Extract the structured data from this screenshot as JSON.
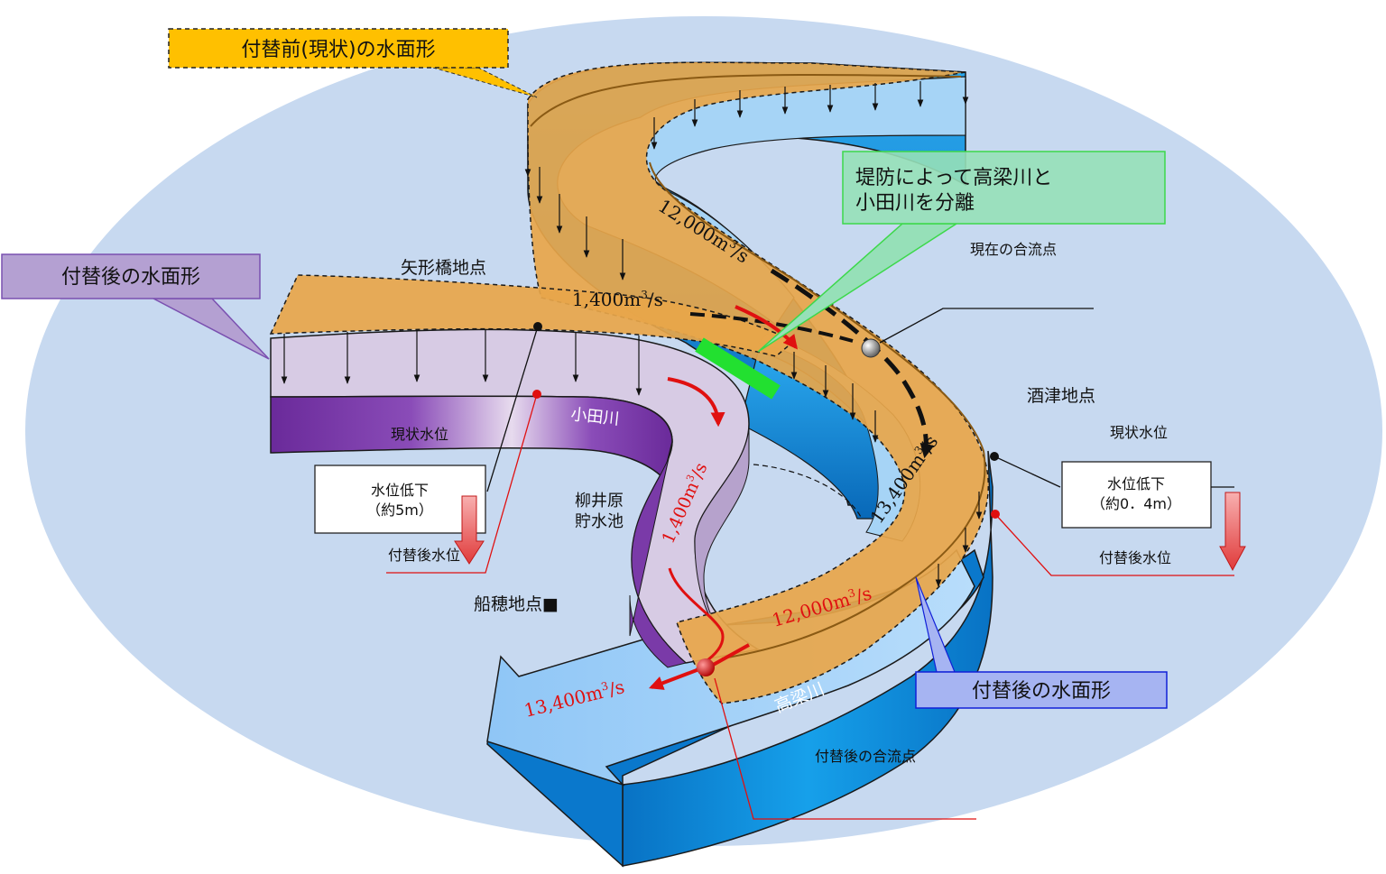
{
  "callouts": {
    "before_surface": "付替前(現状)の水面形",
    "after_surface_left": "付替後の水面形",
    "after_surface_right": "付替後の水面形",
    "levee_line1": "堤防によって高梁川と",
    "levee_line2": "小田川を分離"
  },
  "places": {
    "yakatabashi": "矢形橋地点",
    "sakazu": "酒津地点",
    "funao": "船穂地点■",
    "current_confluence": "現在の合流点",
    "new_confluence": "付替後の合流点",
    "reservoir_line1": "柳井原",
    "reservoir_line2": "貯水池"
  },
  "rivers": {
    "odagawa": "小田川",
    "takahashigawa": "高梁川"
  },
  "levels": {
    "current_left": "現状水位",
    "current_right": "現状水位",
    "after_left": "付替後水位",
    "after_right": "付替後水位",
    "drop_left_line1": "水位低下",
    "drop_left_line2": "（約5m）",
    "drop_right_line1": "水位低下",
    "drop_right_line2": "（約0．4m）"
  },
  "flows": {
    "f12000_top": {
      "num": "12,000m",
      "exp": "3",
      "unit": "/s"
    },
    "f1400_top": {
      "num": "1,400m",
      "exp": "3",
      "unit": "/s"
    },
    "f13400_right": {
      "num": "13,400m",
      "exp": "3",
      "unit": "/s"
    },
    "f1400_new": {
      "num": "1,400m",
      "exp": "3",
      "unit": "/s"
    },
    "f12000_bottom": {
      "num": "12,000m",
      "exp": "3",
      "unit": "/s"
    },
    "f13400_out": {
      "num": "13,400m",
      "exp": "3",
      "unit": "/s"
    }
  },
  "colors": {
    "background_ellipse": "#c7d9f0",
    "water_surface": "#e8a64a",
    "callout_orange": "#ffc000",
    "callout_purple": "#b4a0d2",
    "callout_green": "#96e0b8",
    "callout_blue": "#a6b4f2",
    "levee": "#22e030",
    "river_blue": "#0a8ad8",
    "odagawa_purple": "#7030a0",
    "flow_red": "#e01010"
  }
}
